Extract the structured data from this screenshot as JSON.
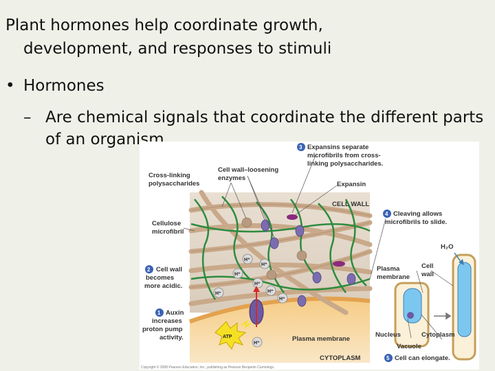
{
  "slide": {
    "line1": "Plant hormones help coordinate growth,",
    "line2": "development, and responses to stimuli",
    "bullet_symbol": "•",
    "bullet_text": "Hormones",
    "sub_dash": "–",
    "sub_line1": "Are chemical signals that coordinate the different parts",
    "sub_line2": "of an organism"
  },
  "figure": {
    "step3_num": "3",
    "step3_line1": "Expansins separate",
    "step3_line2": "microfibrils from cross-",
    "step3_line3": "linking polysaccharides.",
    "crosslink_line1": "Cross-linking",
    "crosslink_line2": "polysaccharides",
    "enzymes_line1": "Cell wall–loosening",
    "enzymes_line2": "enzymes",
    "expansin": "Expansin",
    "cell_wall_caps": "CELL WALL",
    "step4_num": "4",
    "step4_line1": "Cleaving allows",
    "step4_line2": "microfibrils to slide.",
    "cellulose_line1": "Cellulose",
    "cellulose_line2": "microfibril",
    "h2o": "H₂O",
    "step2_num": "2",
    "step2_line1": "Cell wall",
    "step2_line2": "becomes",
    "step2_line3": "more acidic.",
    "plasma_membrane_right_line1": "Plasma",
    "plasma_membrane_right_line2": "membrane",
    "cell_wall_right_line1": "Cell",
    "cell_wall_right_line2": "wall",
    "step1_num": "1",
    "step1_line1": "Auxin",
    "step1_line2": "increases",
    "step1_line3": "proton pump",
    "step1_line4": "activity.",
    "h_plus": "H⁺",
    "atp": "ATP",
    "plasma_membrane_bottom": "Plasma membrane",
    "nucleus": "Nucleus",
    "cytoplasm": "Cytoplasm",
    "vacuole": "Vacuole",
    "cytoplasm_caps": "CYTOPLASM",
    "step5_num": "5",
    "step5_text": "Cell can elongate.",
    "copyright": "Copyright © 2008 Pearson Education, Inc., publishing as Pearson Benjamin Cummings."
  },
  "colors": {
    "background": "#eff1e8",
    "microfibril": "#c9a98a",
    "crosslink": "#2e8b3e",
    "expansin": "#8a2a7e",
    "enzyme": "#7b6cb0",
    "membrane": "#f2c27a",
    "step_badge": "#3a63b5",
    "cell_cytoplasm": "#7cc7f0"
  }
}
